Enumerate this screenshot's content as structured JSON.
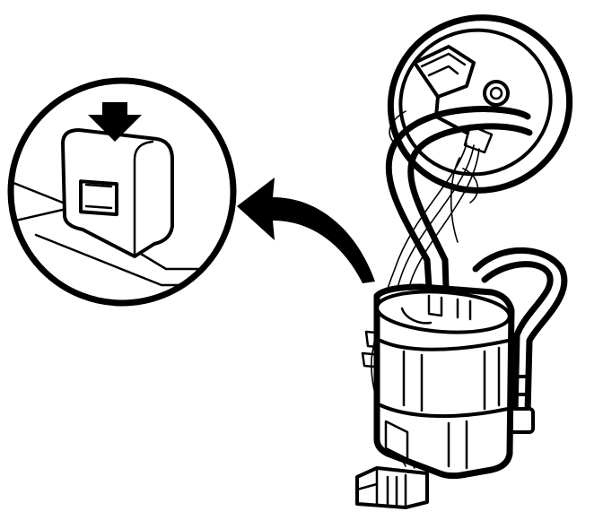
{
  "diagram": {
    "kind": "technical-line-illustration",
    "subject": "fuel-pump-module",
    "colors": {
      "ink": "#000000",
      "paper": "#ffffff"
    },
    "parts": [
      "detail-callout-circle",
      "locking-tab",
      "push-direction-arrow",
      "curved-pointer-arrow",
      "module-flange",
      "fuel-hose",
      "pump-reservoir",
      "wiring-harness",
      "electrical-connector"
    ]
  }
}
